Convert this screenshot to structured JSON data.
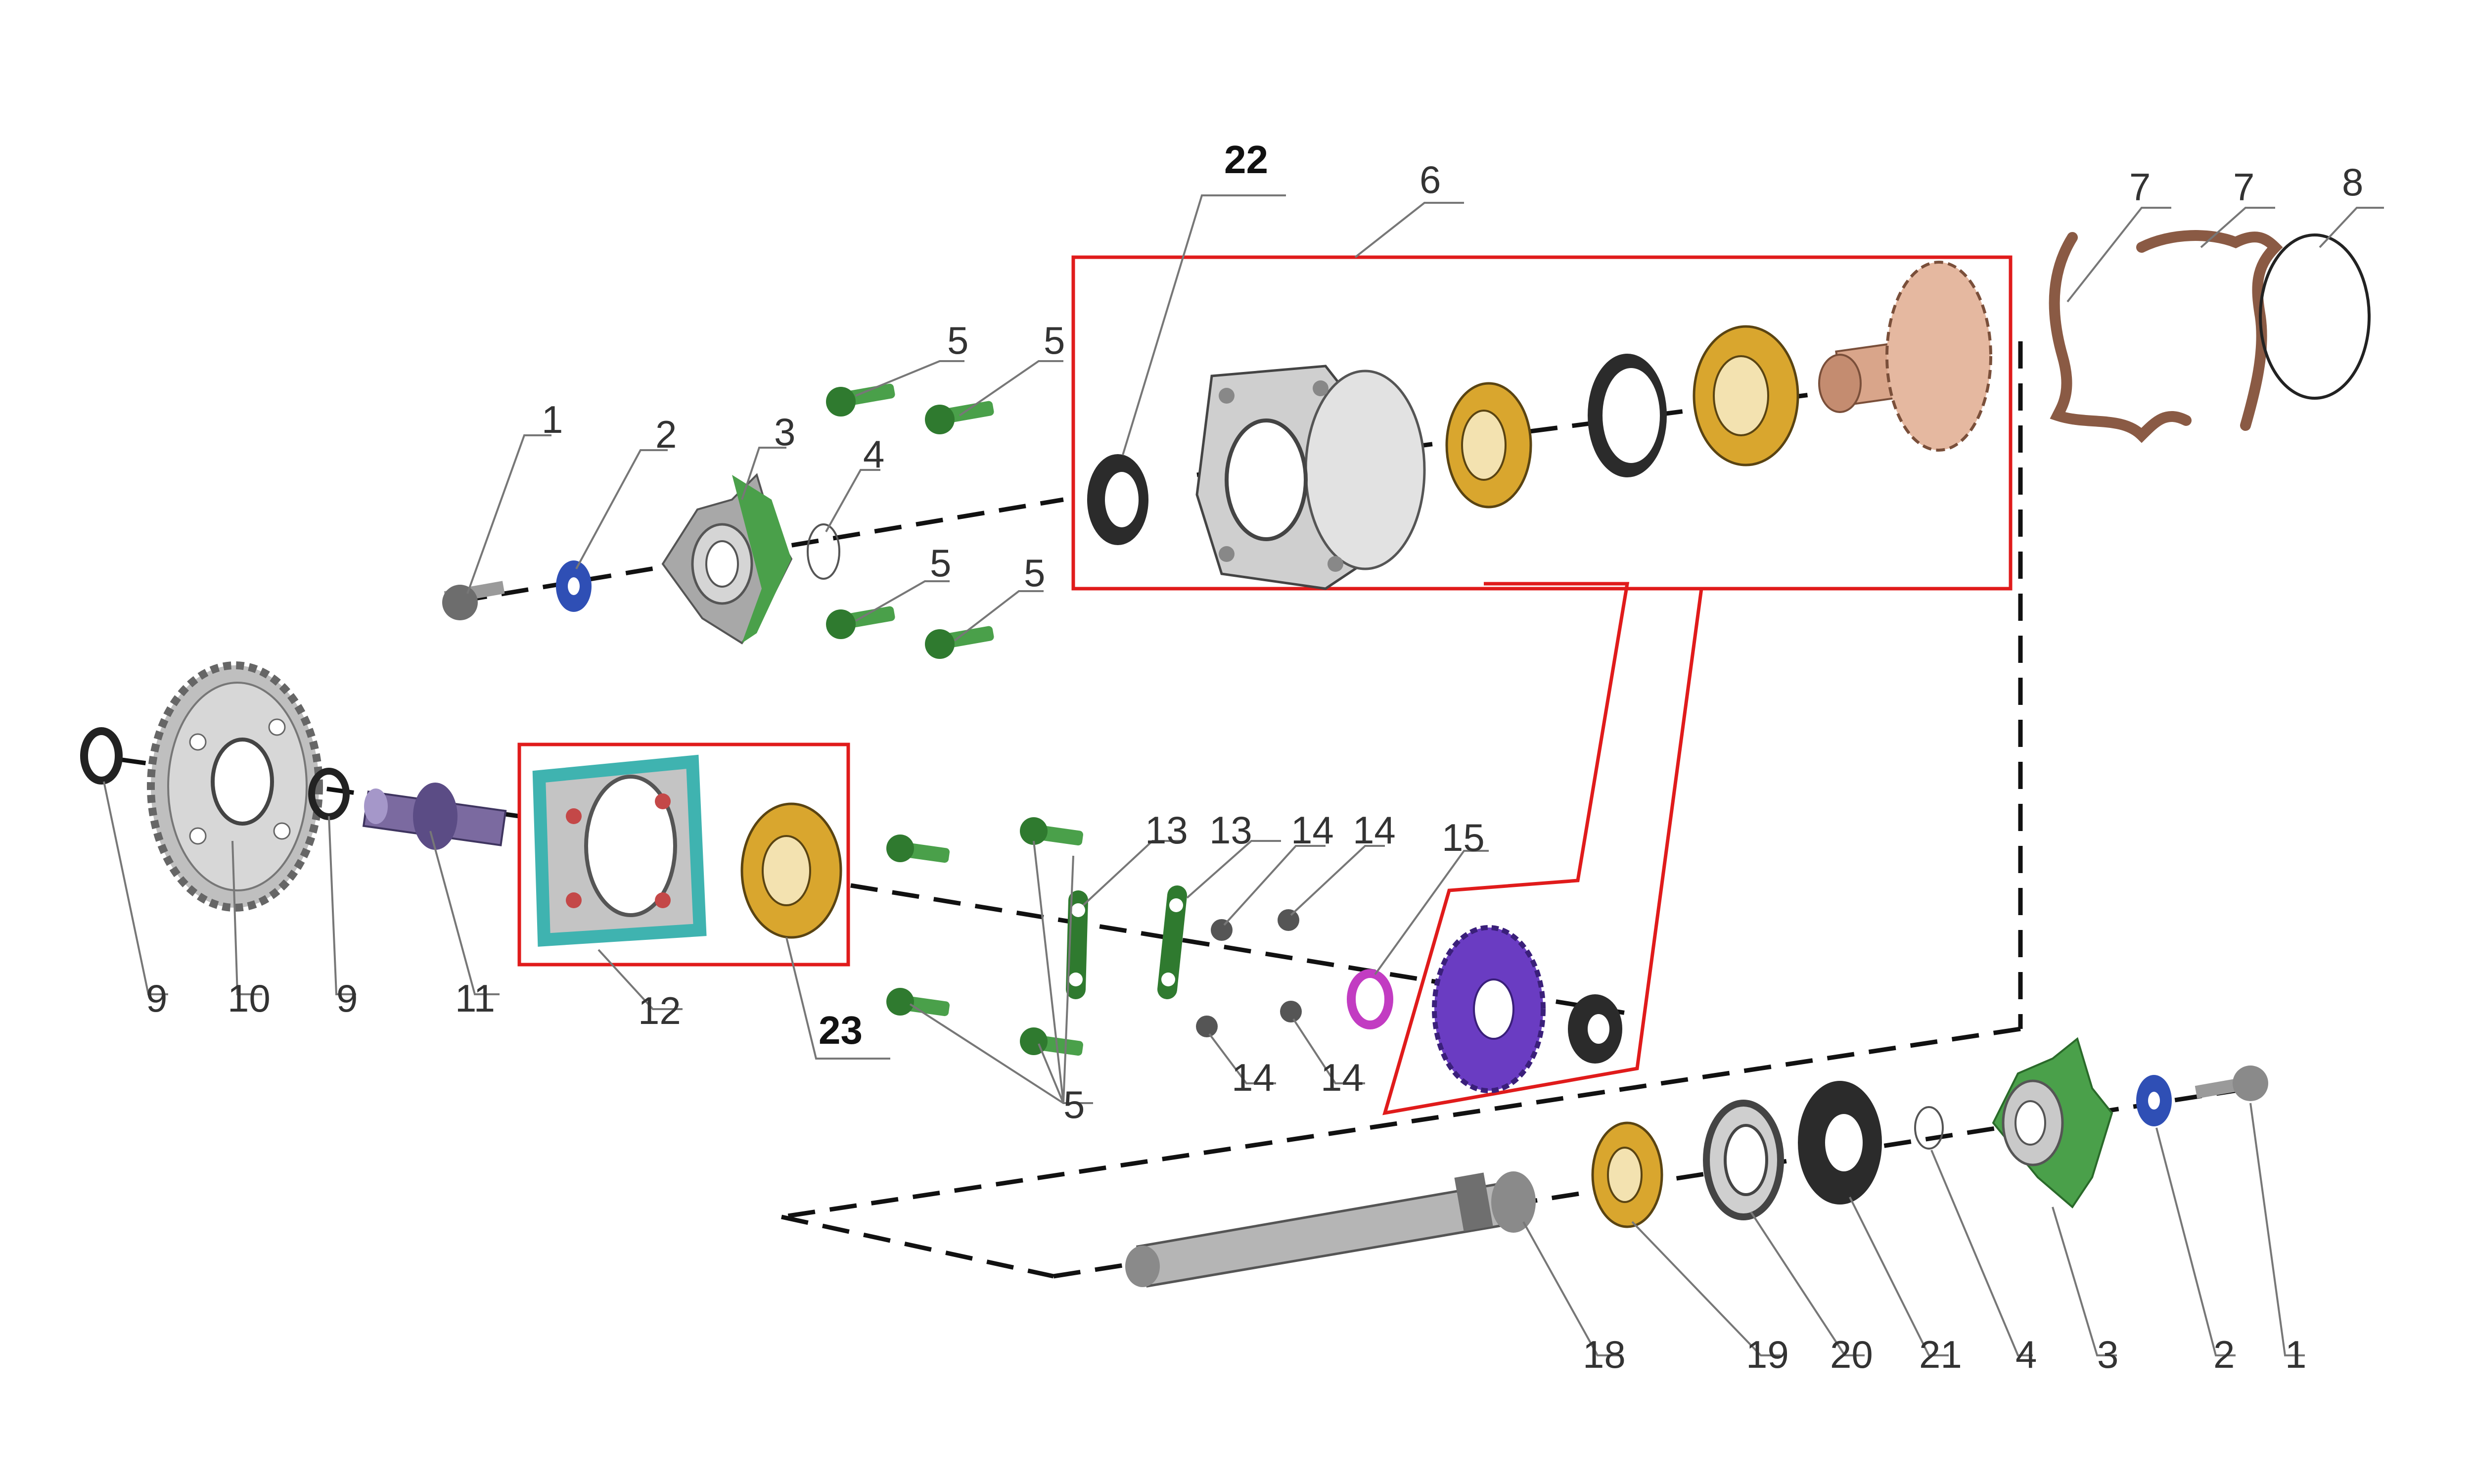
{
  "callouts": {
    "c1a": "1",
    "c2a": "2",
    "c3a": "3",
    "c4a": "4",
    "c5a": "5",
    "c5b": "5",
    "c5c": "5",
    "c5d": "5",
    "c5e": "5",
    "c6": "6",
    "c7a": "7",
    "c7b": "7",
    "c8": "8",
    "c9a": "9",
    "c9b": "9",
    "c10": "10",
    "c11": "11",
    "c12": "12",
    "c13a": "13",
    "c13b": "13",
    "c14a": "14",
    "c14b": "14",
    "c14c": "14",
    "c14d": "14",
    "c15": "15",
    "c18": "18",
    "c19": "19",
    "c20": "20",
    "c21": "21",
    "c4b": "4",
    "c3b": "3",
    "c2b": "2",
    "c1b": "1",
    "c22": "22",
    "c23": "23"
  },
  "colors": {
    "bearing": "#d9a62e",
    "hub": "#4aa04a",
    "housing": "#b0b0b0",
    "bracket": "#3fb3b0",
    "bevel_gear": "#6a3cc2",
    "washer": "#2f4fb5",
    "spacer": "#c23cc2",
    "crown_gear": "#d9a58a",
    "clip": "#8a5a44",
    "frame": "#e01b1b"
  }
}
